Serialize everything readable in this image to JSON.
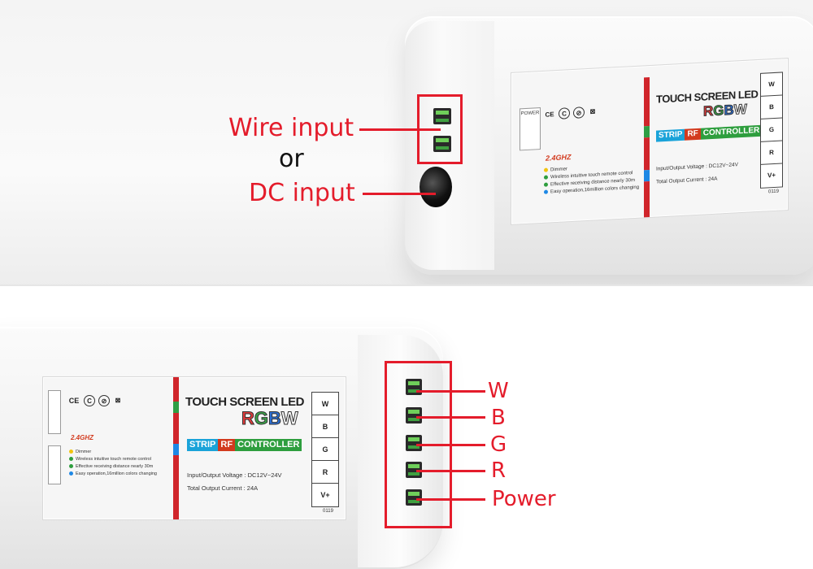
{
  "top_panel": {
    "callouts": {
      "wire_input": "Wire input",
      "or": "or",
      "dc_input": "DC input"
    },
    "label": {
      "title": "TOUCH SCREEN LED",
      "rgbw": [
        "R",
        "G",
        "B",
        "W"
      ],
      "strip": "STRIP",
      "rf": "RF",
      "controller": "CONTROLLER",
      "voltage": "Input/Output Voltage : DC12V~24V",
      "current": "Total Output Current : 24A",
      "rf_logo": "2.4GHZ",
      "features": [
        "Dimmer",
        "Wireless intuitive touch remote control",
        "Effective receiving distance nearly 30m",
        "Easy operation,16million colors changing"
      ],
      "terminals": [
        "W",
        "B",
        "G",
        "R",
        "V+"
      ],
      "code": "0119",
      "cert_marks": [
        "CE",
        "C",
        "⊘",
        "⊠"
      ],
      "power_text": "POWER"
    }
  },
  "bottom_panel": {
    "callouts": {
      "w": "W",
      "b": "B",
      "g": "G",
      "r": "R",
      "power": "Power"
    },
    "label": {
      "title": "TOUCH SCREEN LED",
      "rgbw": [
        "R",
        "G",
        "B",
        "W"
      ],
      "strip": "STRIP",
      "rf": "RF",
      "controller": "CONTROLLER",
      "voltage": "Input/Output Voltage : DC12V~24V",
      "current": "Total Output Current : 24A",
      "rf_logo": "2.4GHZ",
      "features": [
        "Dimmer",
        "Wireless intuitive touch remote control",
        "Effective receiving distance nearly 30m",
        "Easy operation,16million colors changing"
      ],
      "terminals": [
        "W",
        "B",
        "G",
        "R",
        "V+"
      ],
      "code": "0119",
      "cert_marks": [
        "CE",
        "C",
        "⊘",
        "⊠"
      ]
    }
  },
  "colors": {
    "annotation_red": "#e41c2b",
    "stripe_red": "#d0252b",
    "stripe_green": "#2f9e44",
    "stripe_blue": "#1e88e5",
    "strip_cyan": "#1aa3d9",
    "rf_red": "#d23a1e",
    "controller_green": "#2e9e3e"
  }
}
